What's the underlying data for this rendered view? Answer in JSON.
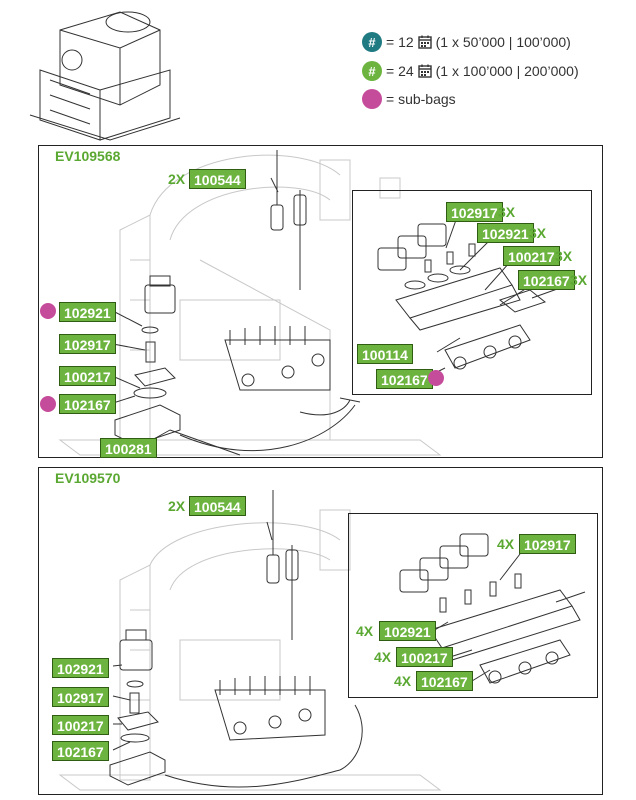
{
  "legend": {
    "row1": {
      "badge": "#",
      "eq": "= 12",
      "detail": "(1 x 50’000 | 100’000)",
      "color": "#1f7a82"
    },
    "row2": {
      "badge": "#",
      "eq": "= 24",
      "detail": "(1 x 100’000 | 200’000)",
      "color": "#6cb43f"
    },
    "row3": {
      "text": "= sub-bags",
      "color": "#c54c9b"
    }
  },
  "panel1": {
    "code": "EV109568",
    "labels": {
      "probe": {
        "qty": "2X",
        "part": "100544"
      },
      "coil": "102921",
      "tube": "102917",
      "seal": "100217",
      "oring": "102167",
      "body": "100281",
      "inset_100114": "100114",
      "inset_102167b": "102167",
      "inset_102917": {
        "part": "102917",
        "qty": "3X"
      },
      "inset_102921": {
        "part": "102921",
        "qty": "3X"
      },
      "inset_100217": {
        "part": "100217",
        "qty": "3X"
      },
      "inset_102167": {
        "part": "102167",
        "qty": "3X"
      }
    }
  },
  "panel2": {
    "code": "EV109570",
    "labels": {
      "probe": {
        "qty": "2X",
        "part": "100544"
      },
      "coil": "102921",
      "tube": "102917",
      "seal": "100217",
      "oring": "102167",
      "inset_102917": {
        "qty": "4X",
        "part": "102917"
      },
      "inset_102921": {
        "qty": "4X",
        "part": "102921"
      },
      "inset_100217": {
        "qty": "4X",
        "part": "100217"
      },
      "inset_102167": {
        "qty": "4X",
        "part": "102167"
      }
    }
  },
  "colors": {
    "green": "#6cb43f",
    "teal": "#1f7a82",
    "magenta": "#c54c9b"
  }
}
